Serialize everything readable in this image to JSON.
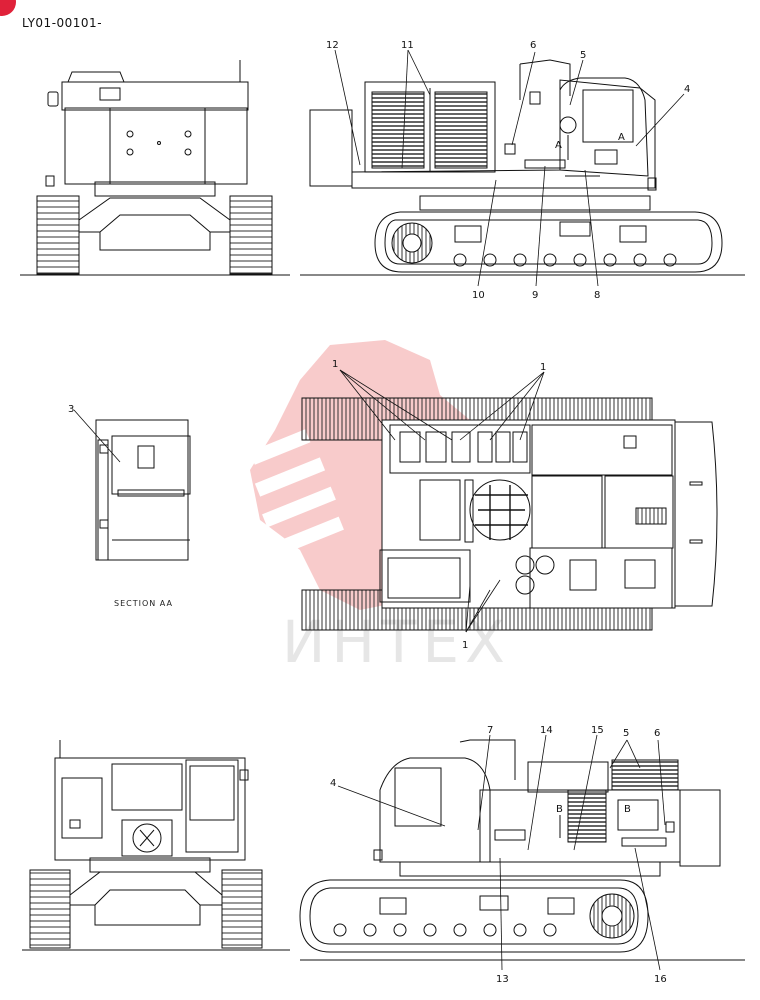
{
  "document": {
    "id": "LY01-00101-",
    "badge_color": "#e0223a"
  },
  "watermark": {
    "text": "ИНТЕХ",
    "color": "#f5b5b5"
  },
  "views": {
    "section_caption": "SECTION AA",
    "section_markers": {
      "a1": "A",
      "a2": "A",
      "b1": "B",
      "b2": "B"
    }
  },
  "callouts": {
    "c1": "1",
    "c1b": "1",
    "c1c": "1",
    "c2": "12",
    "c3": "11",
    "c4": "6",
    "c5": "5",
    "c6": "4",
    "c7": "10",
    "c8": "9",
    "c9": "8",
    "c10": "3",
    "c11": "7",
    "c12": "14",
    "c13": "15",
    "c14": "5",
    "c15": "6",
    "c16": "4",
    "c17": "13",
    "c18": "16"
  }
}
